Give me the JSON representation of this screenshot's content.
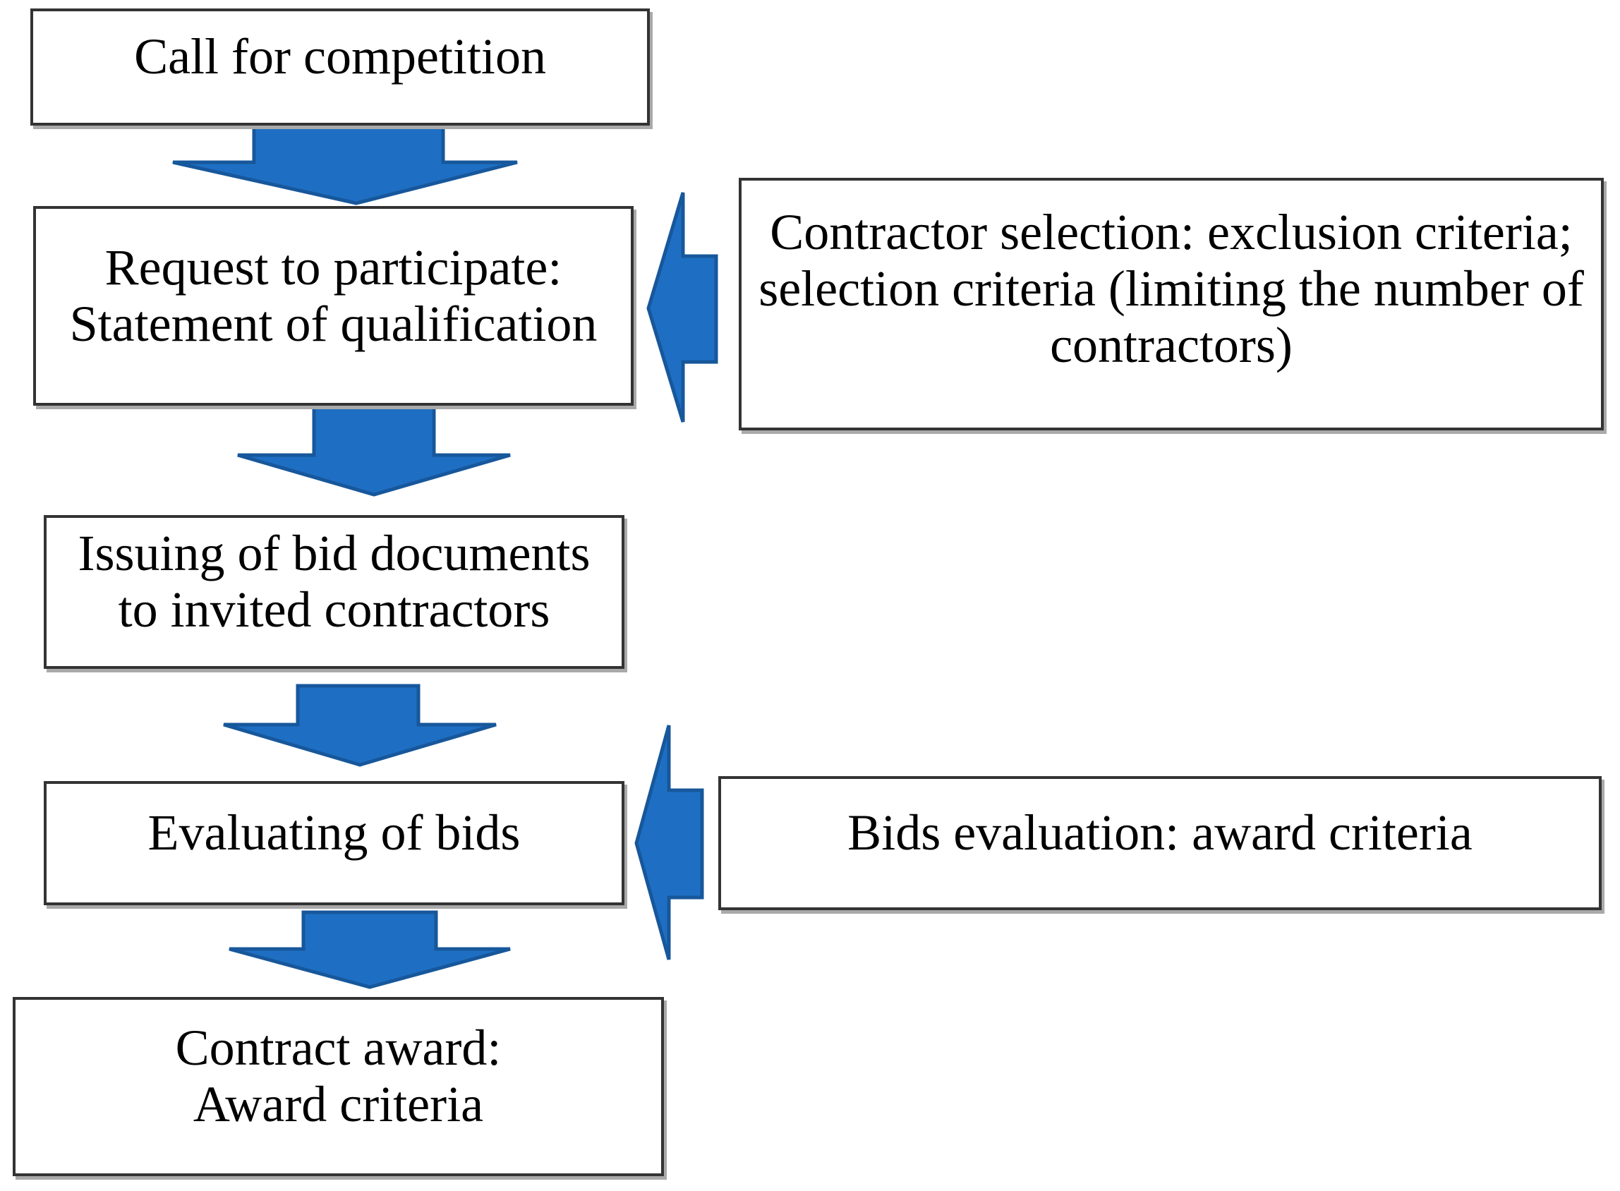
{
  "colors": {
    "arrow_fill": "#1E6FC3",
    "arrow_stroke": "#17579B",
    "box_border": "#333333",
    "box_shadow": "#a9a9a9",
    "text": "#000000",
    "background": "#ffffff"
  },
  "steps": [
    {
      "id": "call-for-competition",
      "lines": [
        "Call for competition"
      ]
    },
    {
      "id": "request-to-participate",
      "lines": [
        "Request to participate:",
        "Statement of qualification"
      ]
    },
    {
      "id": "issuing-bid-documents",
      "lines": [
        "Issuing of bid documents",
        "to invited contractors"
      ]
    },
    {
      "id": "evaluating-of-bids",
      "lines": [
        "Evaluating of bids"
      ]
    },
    {
      "id": "contract-award",
      "lines": [
        "Contract award:",
        "Award criteria"
      ]
    }
  ],
  "annotations": [
    {
      "id": "contractor-selection",
      "lines": [
        "Contractor selection: exclusion criteria;",
        "selection criteria (limiting the number of",
        "contractors)"
      ]
    },
    {
      "id": "bids-evaluation",
      "lines": [
        "Bids evaluation: award criteria"
      ]
    }
  ]
}
